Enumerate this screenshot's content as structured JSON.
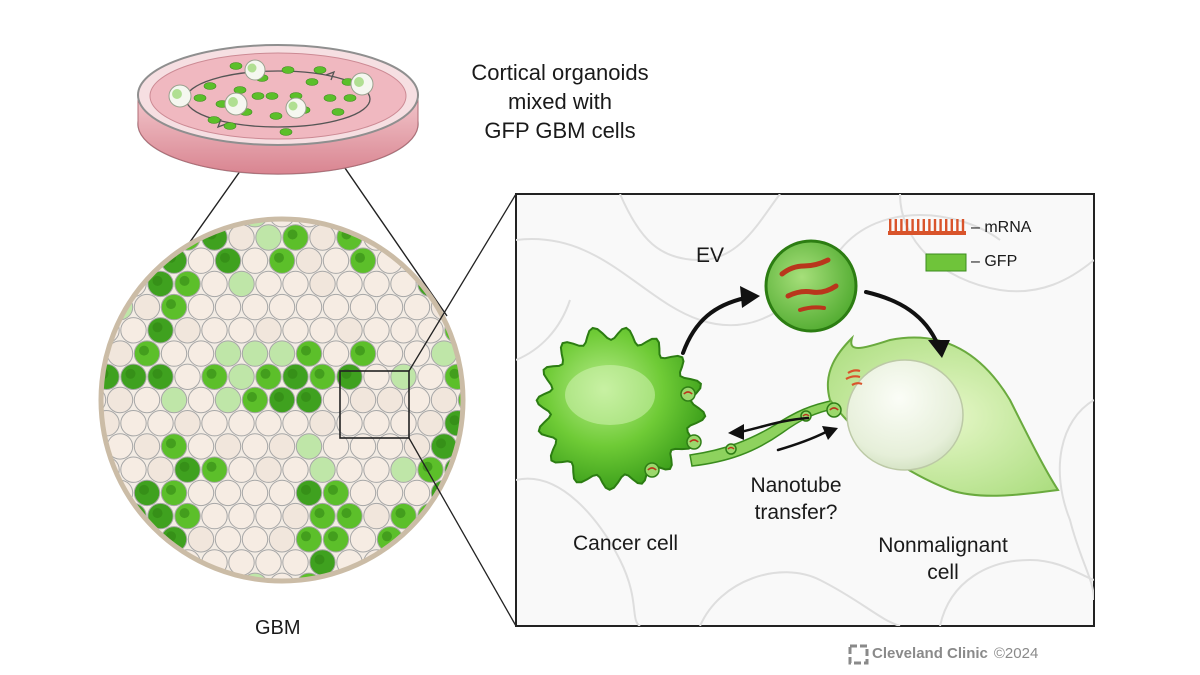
{
  "title_lines": [
    "Cortical organoids",
    "mixed with",
    "GFP GBM cells"
  ],
  "labels": {
    "ev": "EV",
    "gbm": "GBM",
    "cancer_cell": "Cancer cell",
    "nanotube": [
      "Nanotube",
      "transfer?"
    ],
    "nonmalignant": [
      "Nonmalignant",
      "cell"
    ]
  },
  "legend": [
    {
      "label": "– mRNA",
      "icon": "mrna-icon",
      "color": "#d9542b"
    },
    {
      "label": "– GFP",
      "icon": "gfp-icon",
      "color": "#6fc43a"
    }
  ],
  "credit": {
    "org": "Cleveland Clinic",
    "year": "©2024",
    "logo": "cleveland-clinic-logo-icon"
  },
  "colors": {
    "gfp_green": "#5cbf2a",
    "dark_green": "#3a9a1c",
    "pale_green": "#bfe6a8",
    "dish_pink": "#e7a3aa",
    "mrna_red": "#d9542b",
    "cream_cell": "#f6ece3"
  }
}
